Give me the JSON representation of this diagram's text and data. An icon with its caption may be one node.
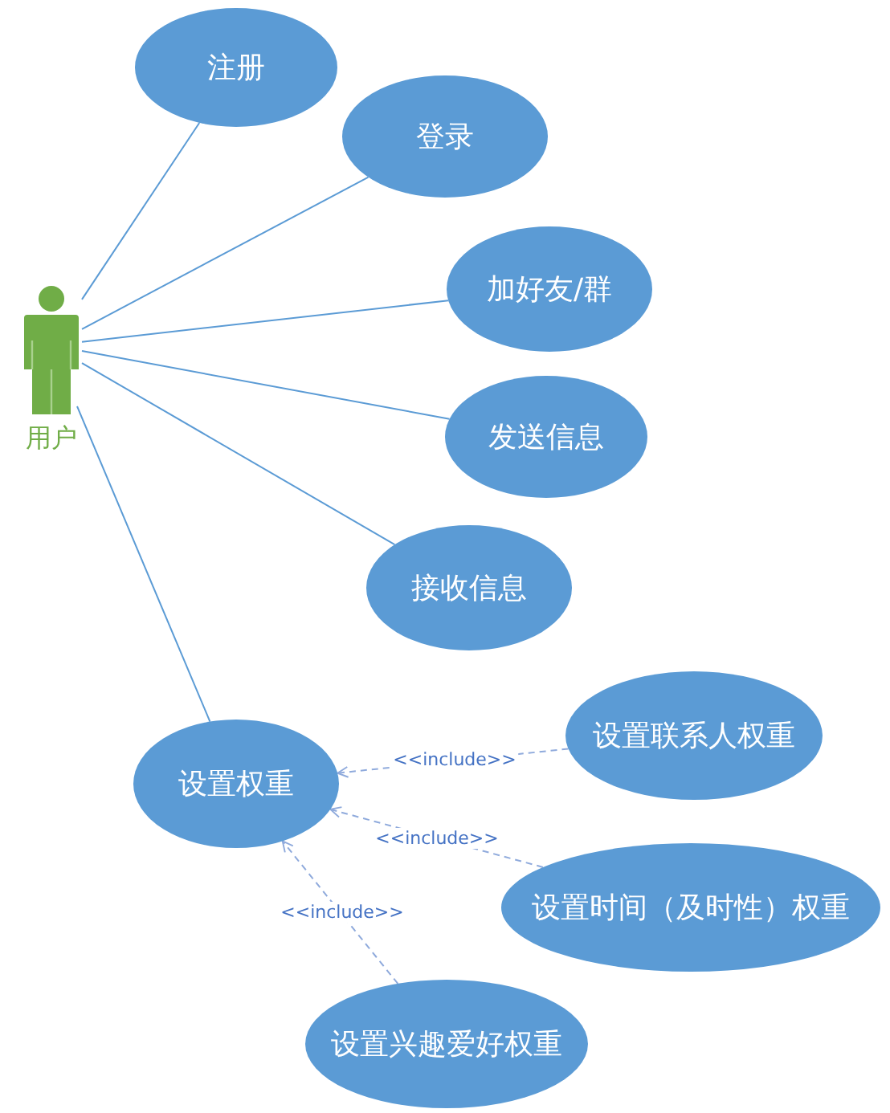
{
  "diagram": {
    "nodes": [
      {
        "text": [
          "用户"
        ]
      },
      {
        "text": [
          "注册"
        ]
      },
      {
        "text": [
          "登录"
        ]
      },
      {
        "text": [
          "加好友/群"
        ]
      },
      {
        "text": [
          "发送信息"
        ]
      },
      {
        "text": [
          "接收信息"
        ]
      },
      {
        "text": [
          "设置权重"
        ]
      },
      {
        "text": [
          "设置联系人权重"
        ]
      },
      {
        "text": [
          "设置时间（及时性）权重"
        ]
      },
      {
        "text": [
          "设置兴趣爱好权重"
        ]
      }
    ],
    "edges": [
      {
        "from": 0,
        "to": 1,
        "arrow": "none"
      },
      {
        "from": 0,
        "to": 2,
        "arrow": "none"
      },
      {
        "from": 0,
        "to": 3,
        "arrow": "none"
      },
      {
        "from": 0,
        "to": 4,
        "arrow": "none"
      },
      {
        "from": 0,
        "to": 5,
        "arrow": "none"
      },
      {
        "from": 0,
        "to": 6,
        "arrow": "none"
      },
      {
        "from": 7,
        "to": 6,
        "arrow": "to",
        "style": "dashed",
        "label": "<<include>>"
      },
      {
        "from": 8,
        "to": 6,
        "arrow": "to",
        "style": "dashed",
        "label": "<<include>>"
      },
      {
        "from": 9,
        "to": 6,
        "arrow": "to",
        "style": "dashed",
        "label": "<<include>>"
      }
    ]
  }
}
